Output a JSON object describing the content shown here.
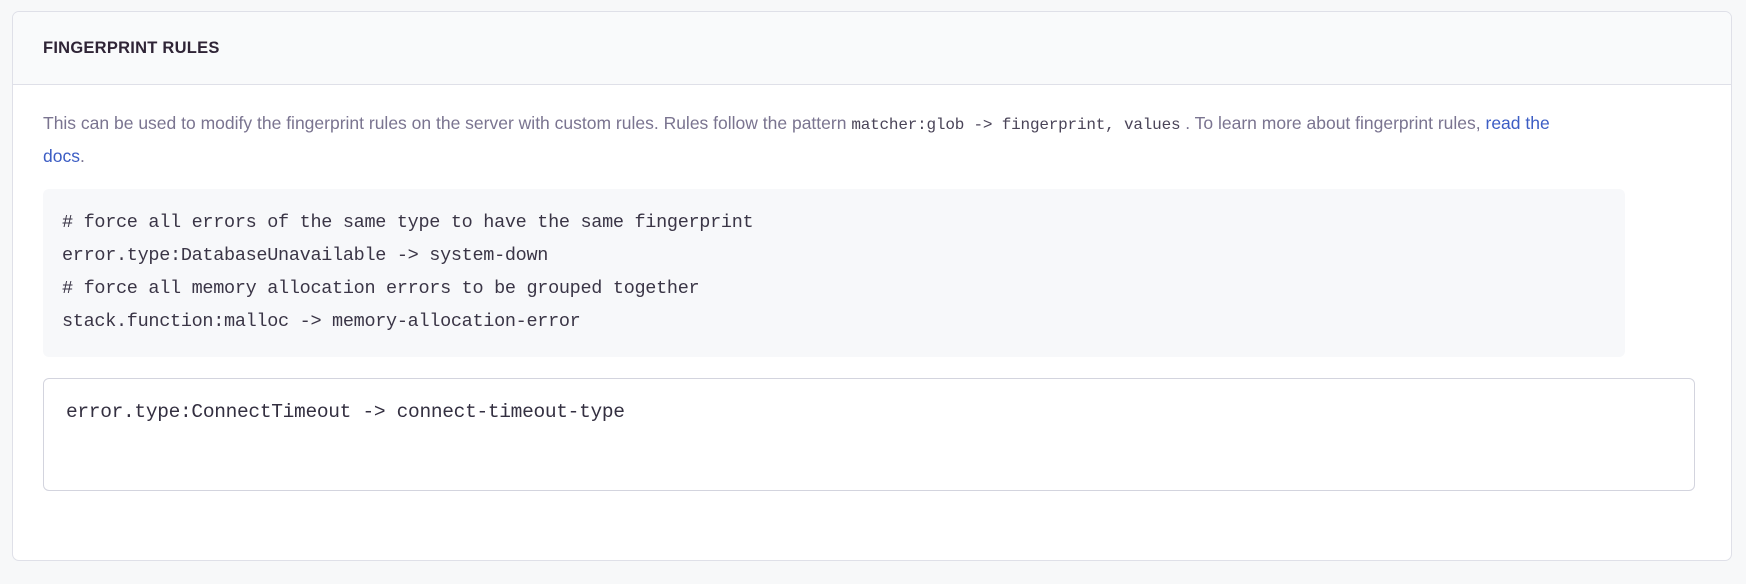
{
  "panel": {
    "title": "FINGERPRINT RULES",
    "description": {
      "part1": "This can be used to modify the fingerprint rules on the server with custom rules. Rules follow the pattern ",
      "inline_code": "matcher:glob -> fingerprint, values",
      "part2": " . To learn more about fingerprint rules, ",
      "link_text": "read the docs",
      "part3": "."
    },
    "code_example": "# force all errors of the same type to have the same fingerprint\nerror.type:DatabaseUnavailable -> system-down\n# force all memory allocation errors to be grouped together\nstack.function:malloc -> memory-allocation-error",
    "input": {
      "value": "error.type:ConnectTimeout -> connect-timeout-type",
      "placeholder": "error.type:ConnectTimeout -> connect-timeout-type"
    }
  },
  "colors": {
    "page_background": "#f7f8f9",
    "panel_background": "#ffffff",
    "panel_border": "#dfe0e8",
    "header_background": "#f9fafb",
    "title_text": "#2f2436",
    "body_text": "#7a7490",
    "code_text": "#3a3546",
    "code_background": "#f7f8fa",
    "link": "#3c5dc4",
    "input_border": "#d3d4de"
  }
}
